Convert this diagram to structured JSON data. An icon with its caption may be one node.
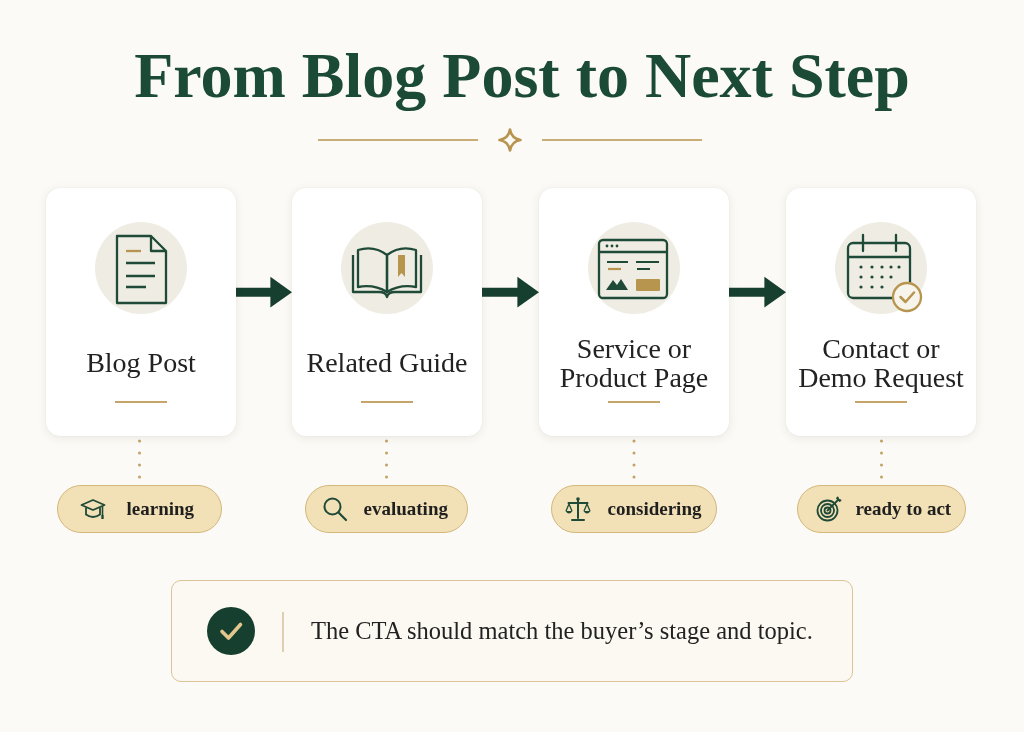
{
  "diagram": {
    "title": "From Blog Post to Next Step",
    "nodes": [
      {
        "text": [
          "Blog Post"
        ]
      },
      {
        "text": [
          "Related Guide"
        ]
      },
      {
        "text": [
          "Service or Product Page"
        ]
      },
      {
        "text": [
          "Contact or Demo Request"
        ]
      },
      {
        "text": [
          "learning"
        ]
      },
      {
        "text": [
          "evaluating"
        ]
      },
      {
        "text": [
          "considering"
        ]
      },
      {
        "text": [
          "ready to act"
        ]
      },
      {
        "text": [
          "The CTA should match the buyer’s stage and topic."
        ]
      }
    ],
    "edges": [
      {
        "from": 0,
        "to": 1,
        "arrow": "to",
        "style": "thick",
        "color": "#173f2f"
      },
      {
        "from": 1,
        "to": 2,
        "arrow": "to",
        "style": "thick",
        "color": "#173f2f"
      },
      {
        "from": 2,
        "to": 3,
        "arrow": "to",
        "style": "thick",
        "color": "#173f2f"
      },
      {
        "from": 0,
        "to": 4,
        "arrow": "none",
        "style": "dashed"
      },
      {
        "from": 1,
        "to": 5,
        "arrow": "none",
        "style": "dashed"
      },
      {
        "from": 2,
        "to": 6,
        "arrow": "none",
        "style": "dashed"
      },
      {
        "from": 3,
        "to": 7,
        "arrow": "none",
        "style": "dashed"
      }
    ]
  }
}
